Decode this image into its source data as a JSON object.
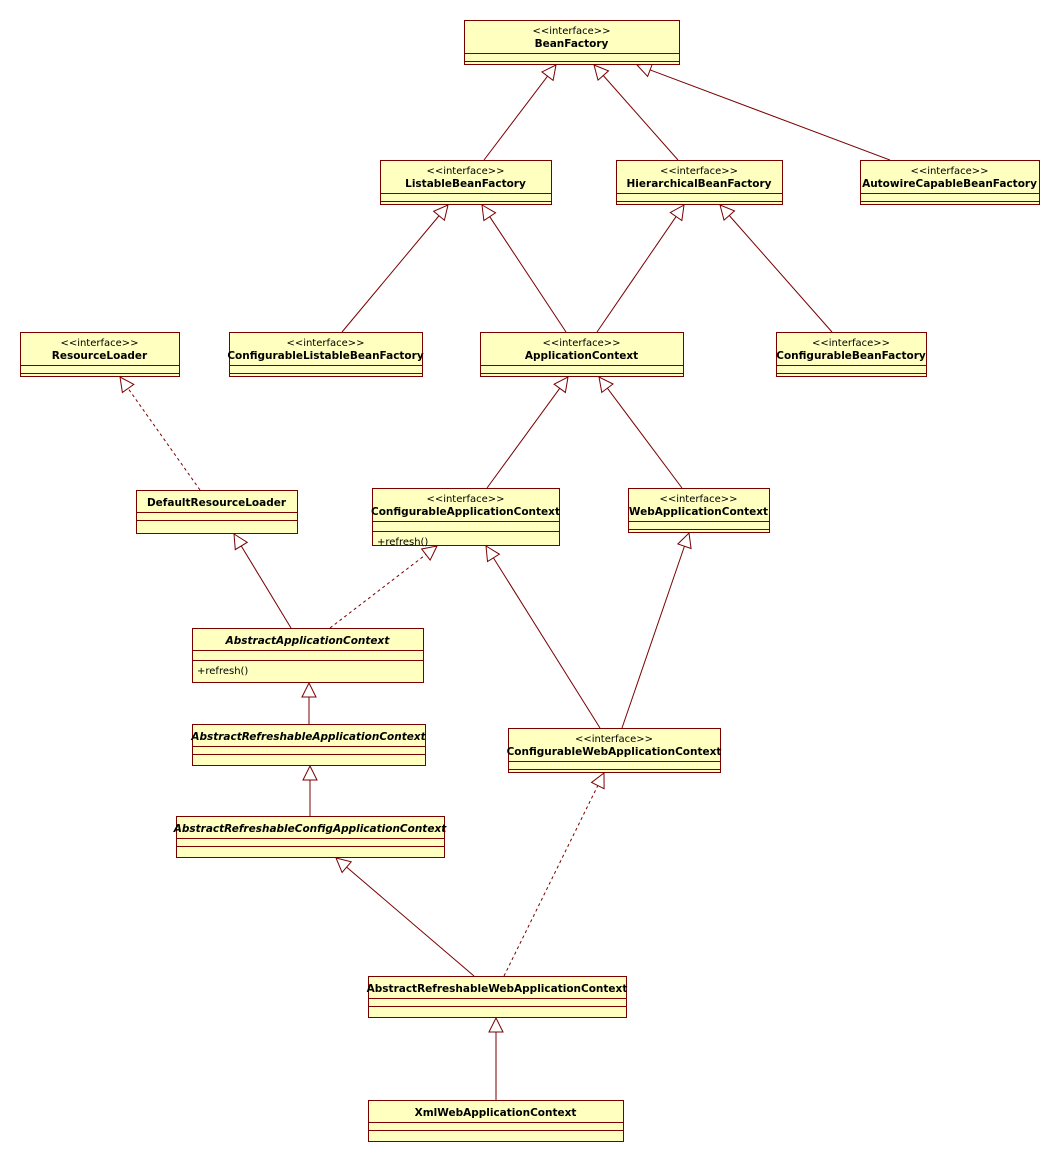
{
  "stereotype_label": "<<interface>>",
  "classes": [
    {
      "id": "BeanFactory",
      "name": "BeanFactory",
      "stereotype": true,
      "abstract": false,
      "methods": []
    },
    {
      "id": "ListableBeanFactory",
      "name": "ListableBeanFactory",
      "stereotype": true,
      "abstract": false,
      "methods": []
    },
    {
      "id": "HierarchicalBeanFactory",
      "name": "HierarchicalBeanFactory",
      "stereotype": true,
      "abstract": false,
      "methods": []
    },
    {
      "id": "AutowireCapableBeanFactory",
      "name": "AutowireCapableBeanFactory",
      "stereotype": true,
      "abstract": false,
      "methods": []
    },
    {
      "id": "ResourceLoader",
      "name": "ResourceLoader",
      "stereotype": true,
      "abstract": false,
      "methods": []
    },
    {
      "id": "ConfigurableListableBeanFactory",
      "name": "ConfigurableListableBeanFactory",
      "stereotype": true,
      "abstract": false,
      "methods": []
    },
    {
      "id": "ApplicationContext",
      "name": "ApplicationContext",
      "stereotype": true,
      "abstract": false,
      "methods": []
    },
    {
      "id": "ConfigurableBeanFactory",
      "name": "ConfigurableBeanFactory",
      "stereotype": true,
      "abstract": false,
      "methods": []
    },
    {
      "id": "DefaultResourceLoader",
      "name": "DefaultResourceLoader",
      "stereotype": false,
      "abstract": false,
      "methods": []
    },
    {
      "id": "ConfigurableApplicationContext",
      "name": "ConfigurableApplicationContext",
      "stereotype": true,
      "abstract": false,
      "methods": [
        "+refresh()"
      ]
    },
    {
      "id": "WebApplicationContext",
      "name": "WebApplicationContext",
      "stereotype": true,
      "abstract": false,
      "methods": []
    },
    {
      "id": "AbstractApplicationContext",
      "name": "AbstractApplicationContext",
      "stereotype": false,
      "abstract": true,
      "methods": [
        "+refresh()"
      ]
    },
    {
      "id": "AbstractRefreshableApplicationContext",
      "name": "AbstractRefreshableApplicationContext",
      "stereotype": false,
      "abstract": true,
      "methods": []
    },
    {
      "id": "ConfigurableWebApplicationContext",
      "name": "ConfigurableWebApplicationContext",
      "stereotype": true,
      "abstract": false,
      "methods": []
    },
    {
      "id": "AbstractRefreshableConfigApplicationContext",
      "name": "AbstractRefreshableConfigApplicationContext",
      "stereotype": false,
      "abstract": true,
      "methods": []
    },
    {
      "id": "AbstractRefreshableWebApplicationContext",
      "name": "AbstractRefreshableWebApplicationContext",
      "stereotype": false,
      "abstract": false,
      "methods": []
    },
    {
      "id": "XmlWebApplicationContext",
      "name": "XmlWebApplicationContext",
      "stereotype": false,
      "abstract": false,
      "methods": []
    }
  ],
  "relations": [
    {
      "from": "ListableBeanFactory",
      "to": "BeanFactory",
      "kind": "generalization"
    },
    {
      "from": "HierarchicalBeanFactory",
      "to": "BeanFactory",
      "kind": "generalization"
    },
    {
      "from": "AutowireCapableBeanFactory",
      "to": "BeanFactory",
      "kind": "generalization"
    },
    {
      "from": "ConfigurableListableBeanFactory",
      "to": "ListableBeanFactory",
      "kind": "generalization"
    },
    {
      "from": "ApplicationContext",
      "to": "ListableBeanFactory",
      "kind": "generalization"
    },
    {
      "from": "ApplicationContext",
      "to": "HierarchicalBeanFactory",
      "kind": "generalization"
    },
    {
      "from": "ConfigurableBeanFactory",
      "to": "HierarchicalBeanFactory",
      "kind": "generalization"
    },
    {
      "from": "DefaultResourceLoader",
      "to": "ResourceLoader",
      "kind": "realization"
    },
    {
      "from": "ConfigurableApplicationContext",
      "to": "ApplicationContext",
      "kind": "generalization"
    },
    {
      "from": "WebApplicationContext",
      "to": "ApplicationContext",
      "kind": "generalization"
    },
    {
      "from": "AbstractApplicationContext",
      "to": "DefaultResourceLoader",
      "kind": "generalization"
    },
    {
      "from": "AbstractApplicationContext",
      "to": "ConfigurableApplicationContext",
      "kind": "realization"
    },
    {
      "from": "ConfigurableWebApplicationContext",
      "to": "ConfigurableApplicationContext",
      "kind": "generalization"
    },
    {
      "from": "ConfigurableWebApplicationContext",
      "to": "WebApplicationContext",
      "kind": "generalization"
    },
    {
      "from": "AbstractRefreshableApplicationContext",
      "to": "AbstractApplicationContext",
      "kind": "generalization"
    },
    {
      "from": "AbstractRefreshableConfigApplicationContext",
      "to": "AbstractRefreshableApplicationContext",
      "kind": "generalization"
    },
    {
      "from": "AbstractRefreshableWebApplicationContext",
      "to": "AbstractRefreshableConfigApplicationContext",
      "kind": "generalization"
    },
    {
      "from": "AbstractRefreshableWebApplicationContext",
      "to": "ConfigurableWebApplicationContext",
      "kind": "realization"
    },
    {
      "from": "XmlWebApplicationContext",
      "to": "AbstractRefreshableWebApplicationContext",
      "kind": "generalization"
    }
  ]
}
